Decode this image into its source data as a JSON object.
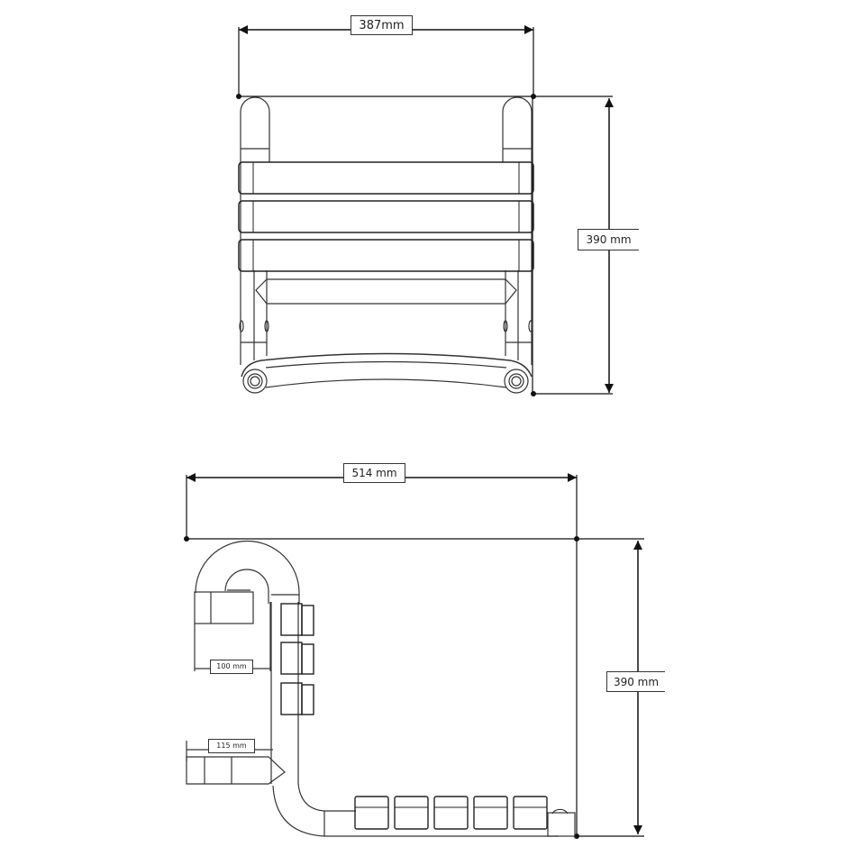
{
  "drawing": {
    "subject": "Folding shower seat dimension drawing",
    "colors": {
      "line": "#222222",
      "outline": "#555555",
      "background": "#ffffff"
    },
    "front_view": {
      "width_label": "387mm",
      "height_label": "390 mm"
    },
    "side_view": {
      "depth_label": "514 mm",
      "height_label": "390 mm",
      "hinge_offset_label": "100 mm",
      "foot_offset_label": "115 mm"
    }
  }
}
